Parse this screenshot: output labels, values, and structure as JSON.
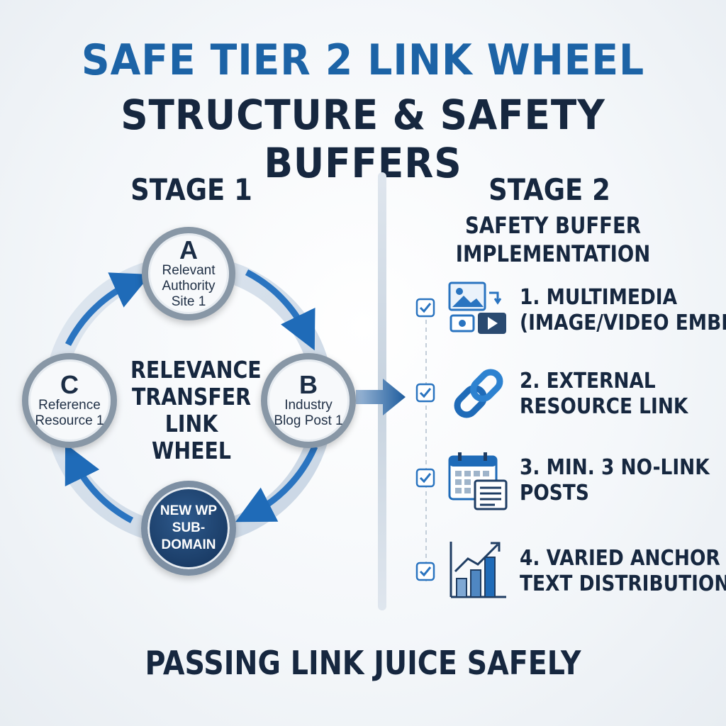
{
  "title": {
    "line1": "SAFE TIER 2 LINK WHEEL",
    "line2": "STRUCTURE & SAFETY BUFFERS"
  },
  "stage1": {
    "heading": "STAGE 1",
    "center_label_lines": [
      "RELEVANCE",
      "TRANSFER",
      "LINK WHEEL"
    ],
    "nodes": {
      "a": {
        "letter": "A",
        "lines": [
          "Relevant",
          "Authority",
          "Site 1"
        ]
      },
      "b": {
        "letter": "B",
        "lines": [
          "Industry",
          "Blog Post 1"
        ]
      },
      "c": {
        "letter": "C",
        "lines": [
          "Reference",
          "Resource 1"
        ]
      },
      "hub": {
        "lines": [
          "NEW WP",
          "SUB-",
          "DOMAIN"
        ]
      }
    }
  },
  "stage2": {
    "heading": "STAGE 2",
    "subheading_lines": [
      "SAFETY BUFFER",
      "IMPLEMENTATION"
    ],
    "steps": [
      {
        "lines": [
          "1. MULTIMEDIA",
          "(IMAGE/VIDEO EMBED)"
        ],
        "icon": "multimedia-icon"
      },
      {
        "lines": [
          "2. EXTERNAL",
          "RESOURCE LINK"
        ],
        "icon": "chain-link-icon"
      },
      {
        "lines": [
          "3. MIN. 3 NO-LINK",
          "POSTS"
        ],
        "icon": "calendar-posts-icon"
      },
      {
        "lines": [
          "4. VARIED ANCHOR",
          "TEXT DISTRIBUTION"
        ],
        "icon": "bar-chart-growth-icon"
      }
    ]
  },
  "footer": "PASSING LINK JUICE SAFELY",
  "colors": {
    "accent_blue": "#1c63a6",
    "dark_navy": "#16273f",
    "node_ring": "#8897a6",
    "hub_fill": "#1a3c66"
  }
}
